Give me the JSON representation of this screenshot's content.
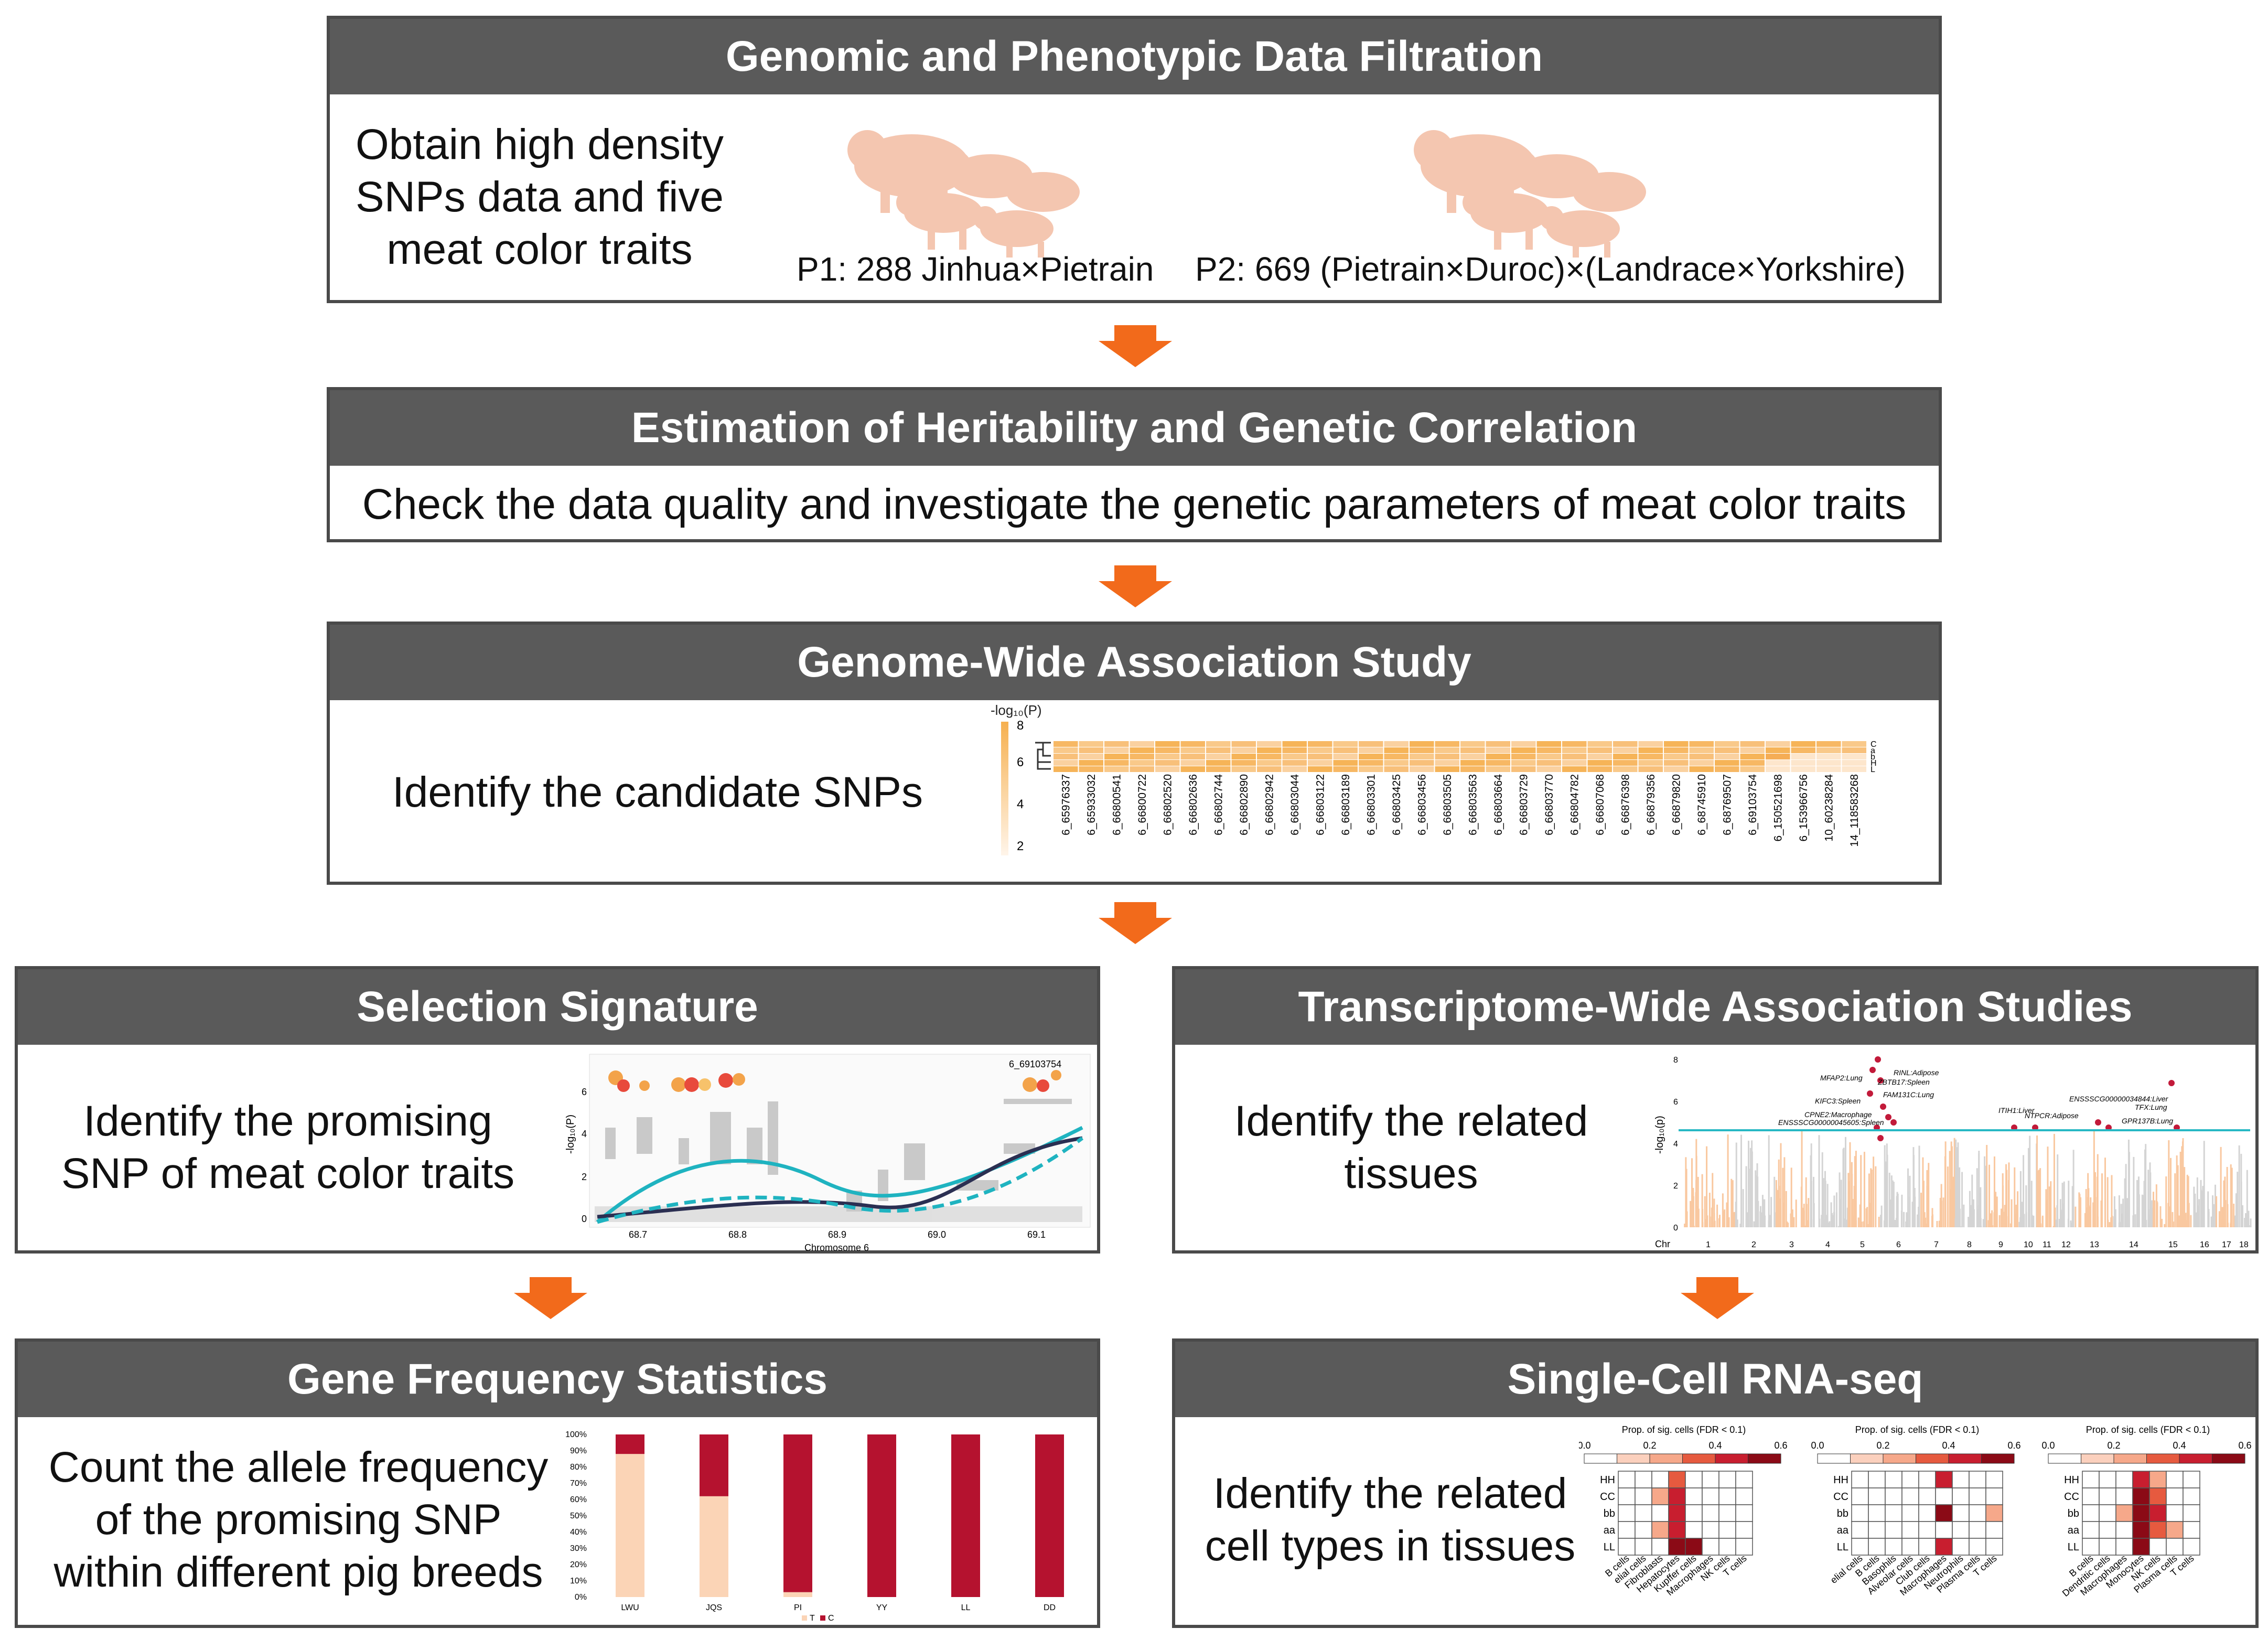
{
  "colors": {
    "header": "#5a5a5a",
    "arrow": "#f26a1b",
    "border": "#4a4a4a",
    "orange": "#f6b96a",
    "red": "#b5122f",
    "teal": "#1fb3c0",
    "navy": "#2b2f52",
    "peach": "#fbd4b6"
  },
  "steps": {
    "s1": {
      "title": "Genomic and Phenotypic Data Filtration",
      "text": [
        "Obtain high density",
        "SNPs data and five",
        "meat color traits"
      ],
      "p1": "P1: 288 Jinhua×Pietrain",
      "p2": "P2: 669 (Pietrain×Duroc)×(Landrace×Yorkshire)"
    },
    "s2": {
      "title": "Estimation of Heritability and Genetic Correlation",
      "text": "Check the data quality and investigate the genetic parameters of meat color traits"
    },
    "s3": {
      "title": "Genome-Wide Association Study",
      "text": "Identify the candidate SNPs",
      "legend_label": "-log₁₀(P)",
      "legend_ticks": [
        "8",
        "6",
        "4",
        "2"
      ],
      "row_labels": [
        "C",
        "a",
        "b",
        "H",
        "L"
      ],
      "snps": [
        "6_65976337",
        "6_65933032",
        "6_66800541",
        "6_66800722",
        "6_66802520",
        "6_66802636",
        "6_66802744",
        "6_66802890",
        "6_66802942",
        "6_66803044",
        "6_66803122",
        "6_66803189",
        "6_66803301",
        "6_66803425",
        "6_66803456",
        "6_66803505",
        "6_66803563",
        "6_66803664",
        "6_66803729",
        "6_66803770",
        "6_66804782",
        "6_66807068",
        "6_66876398",
        "6_66879356",
        "6_66879820",
        "6_68745910",
        "6_68769507",
        "6_69103754",
        "6_150521698",
        "6_153966756",
        "10_60238284",
        "14_118583268"
      ]
    },
    "s4": {
      "title": "Selection Signature",
      "text": [
        "Identify the promising",
        "SNP of meat color traits"
      ],
      "ylabel": "-log₁₀(P)",
      "yticks": [
        "0",
        "2",
        "4",
        "6"
      ],
      "xticks": [
        "68.7",
        "68.8",
        "68.9",
        "69.0",
        "69.1"
      ],
      "xlabel": "Chromosome 6",
      "snp_label": "6_69103754"
    },
    "s5": {
      "title": "Transcriptome-Wide Association Studies",
      "text": [
        "Identify the related",
        "tissues"
      ],
      "ylabel": "-log₁₀(p)",
      "yticks": [
        "0",
        "2",
        "4",
        "6",
        "8"
      ],
      "chr_label": "Chr",
      "chr_ticks": [
        "1",
        "2",
        "3",
        "4",
        "5",
        "6",
        "7",
        "8",
        "9",
        "10",
        "11",
        "12",
        "13",
        "14",
        "15",
        "16",
        "17",
        "18"
      ],
      "genes": [
        "MFAP2:Lung",
        "RINL:Adipose",
        "ZBTB17:Spleen",
        "KIFC3:Spleen",
        "FAM131C:Lung",
        "CPNE2:Macrophage",
        "ENSSSCG00000045605:Spleen",
        "ITIH1:Liver",
        "NTPCR:Adipose",
        "ENSSSCG00000034844:Liver",
        "TFX:Lung",
        "GPR137B:Lung"
      ]
    },
    "s6": {
      "title": "Gene Frequency Statistics",
      "text": [
        "Count the allele frequency",
        "of the promising SNP",
        "within different pig breeds"
      ],
      "yticks": [
        "0%",
        "10%",
        "20%",
        "30%",
        "40%",
        "50%",
        "60%",
        "70%",
        "80%",
        "90%",
        "100%"
      ],
      "legend": [
        "T",
        "C"
      ],
      "bar_data": [
        {
          "breed": "LWU",
          "T": 88,
          "C": 12
        },
        {
          "breed": "JQS",
          "T": 62,
          "C": 38
        },
        {
          "breed": "PI",
          "T": 3,
          "C": 97
        },
        {
          "breed": "YY",
          "T": 0,
          "C": 100
        },
        {
          "breed": "LL",
          "T": 0,
          "C": 100
        },
        {
          "breed": "DD",
          "T": 0,
          "C": 100
        }
      ]
    },
    "s7": {
      "title": "Single-Cell RNA-seq",
      "text": [
        "Identify the related",
        "cell types in tissues"
      ],
      "scale_title": "Prop. of sig. cells (FDR < 0.1)",
      "scale_ticks": [
        "0.0",
        "0.2",
        "0.4",
        "0.6"
      ],
      "rows": [
        "HH",
        "CC",
        "bb",
        "aa",
        "LL"
      ],
      "cols1": [
        "B cells",
        "elial cells",
        "Fibroblasts",
        "Hepatocytes",
        "Kupffer cells",
        "Macrophages",
        "NK cells",
        "T cells"
      ],
      "cols2": [
        "elial cells",
        "B cells",
        "Basophils",
        "Alveolar cells",
        "Club cells",
        "Macrophages",
        "Neutrophils",
        "Plasma cells",
        "T cells"
      ],
      "cols3": [
        "B cells",
        "Dendritic cells",
        "Macrophages",
        "Monocytes",
        "NK cells",
        "Plasma cells",
        "T cells"
      ]
    }
  }
}
